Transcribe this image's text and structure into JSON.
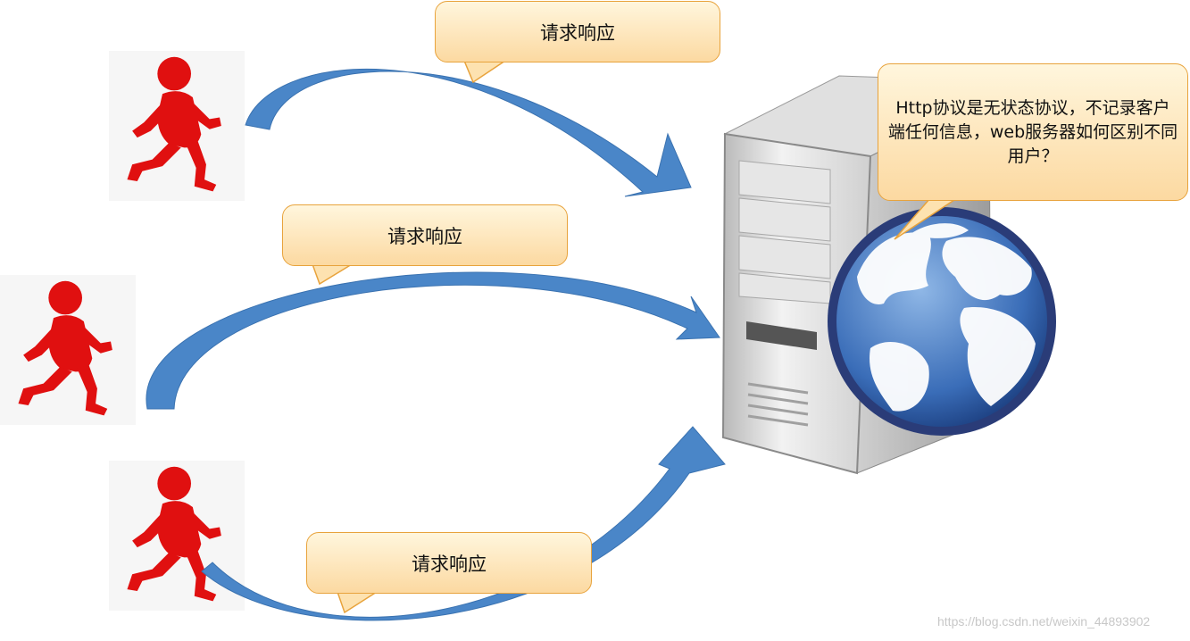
{
  "bubbles": {
    "top": "请求响应",
    "middle": "请求响应",
    "bottom": "请求响应",
    "server_note": "Http协议是无状态协议，不记录客户端任何信息，web服务器如何区别不同用户？"
  },
  "icons": {
    "clients": "running-person-icon",
    "server": "server-tower-icon",
    "globe": "globe-icon"
  },
  "colors": {
    "person": "#e01010",
    "arrow": "#4a86c8",
    "bubble_border": "#e8a33c",
    "bubble_fill": "#fde2b0"
  },
  "watermark": "https://blog.csdn.net/weixin_44893902"
}
